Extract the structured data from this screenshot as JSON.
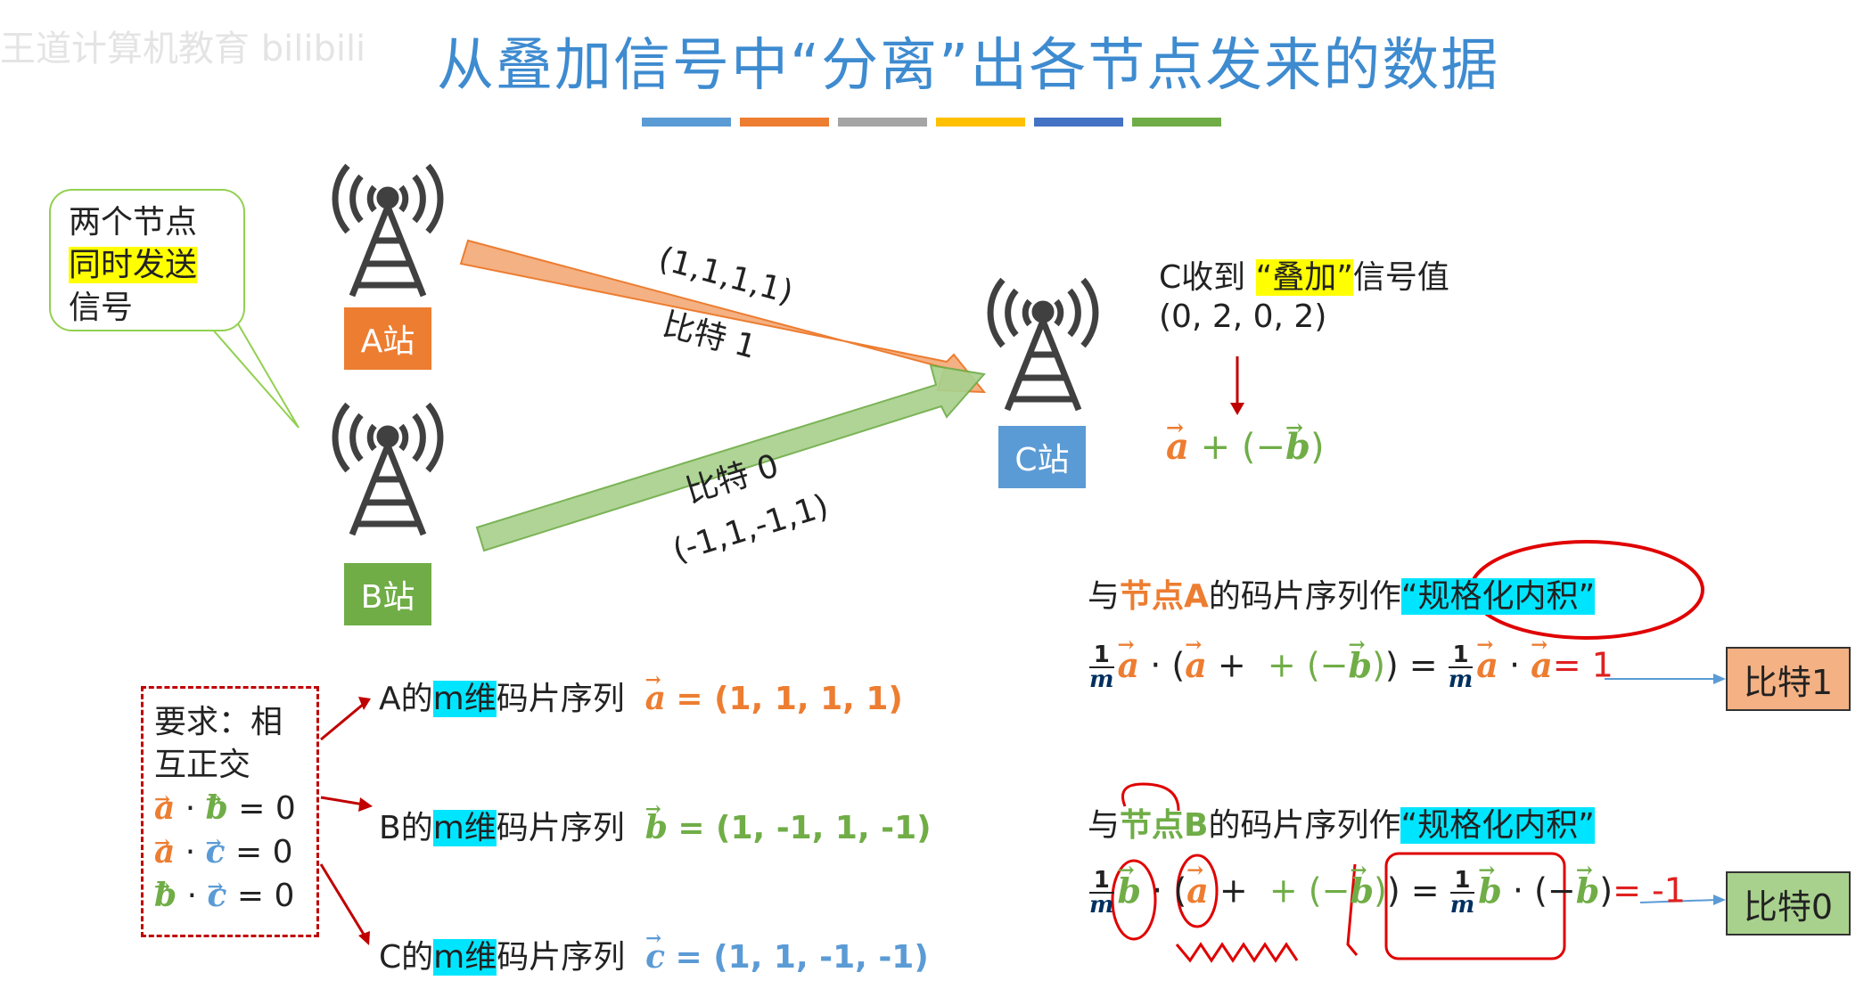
{
  "title": "从叠加信号中“分离”出各节点发来的数据",
  "watermark": "王道计算机教育 bilibili",
  "accent_bars": [
    "#5b9bd5",
    "#ed7d31",
    "#a5a5a5",
    "#ffc000",
    "#4472c4",
    "#70ad47"
  ],
  "callout": {
    "line1": "两个节点",
    "line2": "同时发送",
    "line3": "信号"
  },
  "stations": {
    "a": "A站",
    "b": "B站",
    "c": "C站"
  },
  "arrow_a": {
    "label": "比特 1",
    "seq": "(1,1,1,1)"
  },
  "arrow_b": {
    "label": "比特 0",
    "seq": "(-1,1,-1,1)"
  },
  "received": {
    "prefix": "C收到",
    "highlight": "“叠加”",
    "suffix": "信号值",
    "value": "(0, 2, 0, 2)",
    "expr_a": "a",
    "expr_plus": "+ (−",
    "expr_b": "b",
    "expr_close": ")"
  },
  "requirement": {
    "title1": "要求：相",
    "title2": "互正交",
    "eq1": {
      "left": "a",
      "right": "b",
      "result": "= 0"
    },
    "eq2": {
      "left": "a",
      "right": "c",
      "result": "= 0"
    },
    "eq3": {
      "left": "b",
      "right": "c",
      "result": "= 0"
    }
  },
  "sequences": [
    {
      "prefix": "A的",
      "hl": "m维",
      "suffix": "码片序列",
      "vec": "a",
      "value": "= (1, 1, 1, 1)"
    },
    {
      "prefix": "B的",
      "hl": "m维",
      "suffix": "码片序列",
      "vec": "b",
      "value": "= (1, -1, 1, -1)"
    },
    {
      "prefix": "C的",
      "hl": "m维",
      "suffix": "码片序列",
      "vec": "c",
      "value": "= (1, 1, -1, -1)"
    }
  ],
  "inner_a": {
    "p1": "与",
    "node": "节点A",
    "p2": "的码片序列作",
    "hl": "“规格化内积”",
    "frac_num": "1",
    "frac_den": "m",
    "result": "= 1",
    "bit": "比特1"
  },
  "inner_b": {
    "p1": "与",
    "node": "节点B",
    "p2": "的码片序列作",
    "hl": "“规格化内积”",
    "frac_num": "1",
    "frac_den": "m",
    "result": "= -1",
    "bit": "比特0"
  }
}
